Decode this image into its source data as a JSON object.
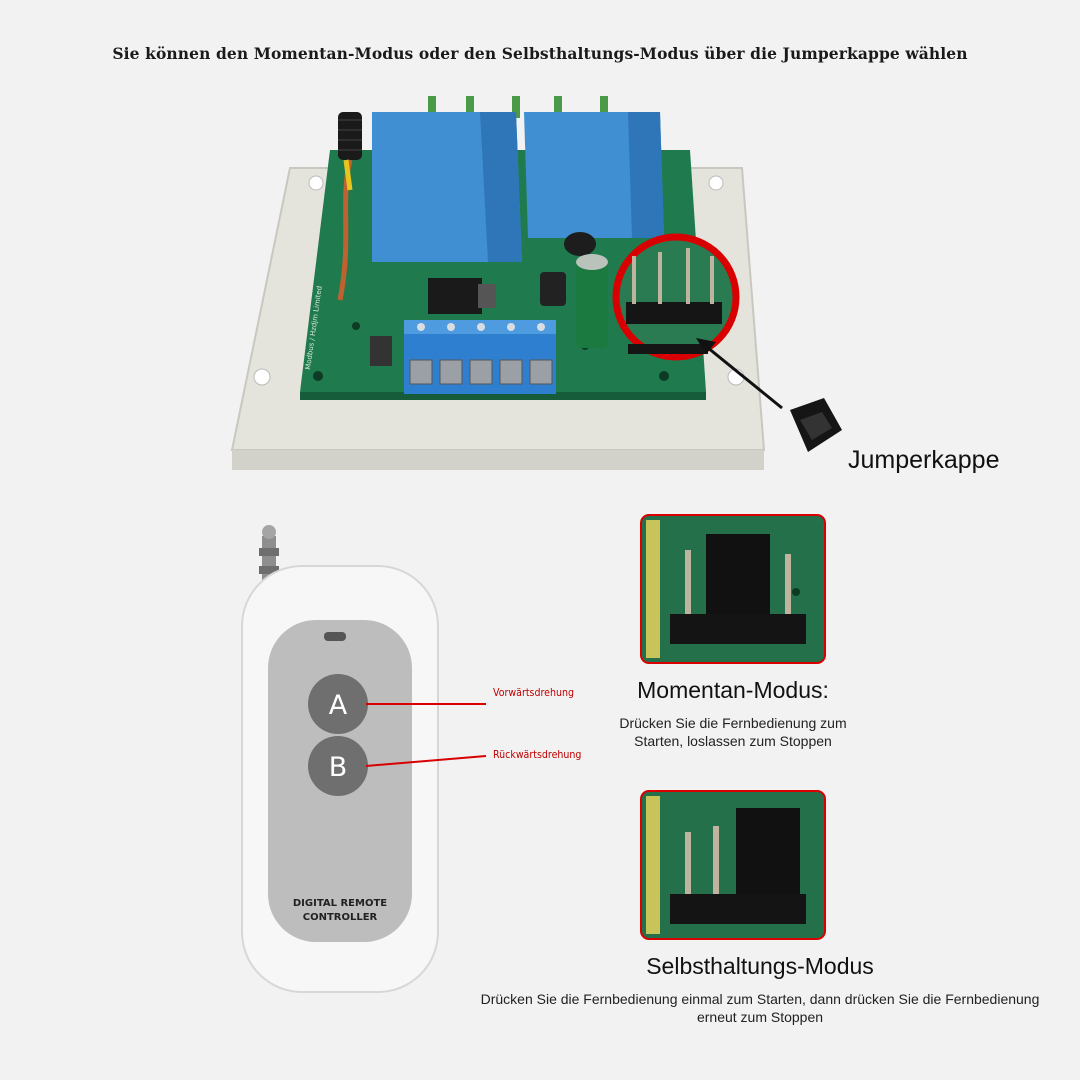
{
  "headline": "Sie können den Momentan-Modus oder den Selbsthaltungs-Modus über die Jumperkappe wählen",
  "jumper_label": "Jumperkappe",
  "remote": {
    "button_a": "A",
    "button_b": "B",
    "label_line1": "DIGITAL REMOTE",
    "label_line2": "CONTROLLER",
    "button_a_action": "Vorwärtsdrehung",
    "button_b_action": "Rückwärtsdrehung"
  },
  "modes": [
    {
      "title": "Momentan-Modus:",
      "description_line1": "Drücken Sie die Fernbedienung zum",
      "description_line2": "Starten, loslassen zum Stoppen"
    },
    {
      "title": "Selbsthaltungs-Modus",
      "description_line1": "Drücken Sie die Fernbedienung einmal zum Starten, dann drücken Sie die Fernbedienung",
      "description_line2": "erneut zum Stoppen"
    }
  ],
  "colors": {
    "accent_red": "#d80000",
    "pcb_green": "#1f7a4e",
    "relay_blue": "#3f8fd2",
    "terminal_blue": "#2f7fd0",
    "case_white": "#ecebe6",
    "remote_face": "#bdbdbd",
    "remote_button": "#6f6f6f"
  }
}
